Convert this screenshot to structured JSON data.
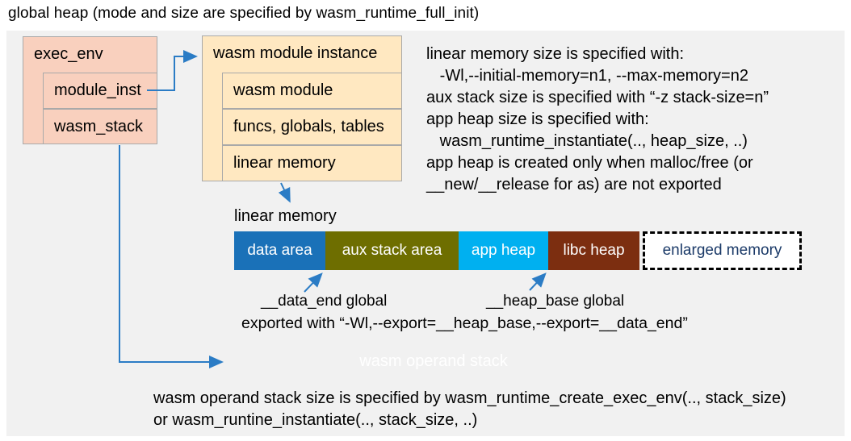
{
  "title": "global heap (mode and size are specified by wasm_runtime_full_init)",
  "exec_env": {
    "header": "exec_env",
    "children": {
      "module_inst": "module_inst",
      "wasm_stack": "wasm_stack"
    }
  },
  "module_instance": {
    "header": "wasm module instance",
    "children": {
      "wasm_module": "wasm module",
      "funcs_globals_tables": "funcs, globals, tables",
      "linear_memory": "linear memory"
    }
  },
  "notes": {
    "memory_config": "linear memory size is specified with:\n   -Wl,--initial-memory=n1, --max-memory=n2\naux stack size is specified with “-z stack-size=n”\napp heap size is specified with:\n   wasm_runtime_instantiate(.., heap_size, ..)\napp heap is created only when malloc/free (or\n__new/__release for as) are not exported",
    "export_line": "exported with “-Wl,--export=__heap_base,--export=__data_end”",
    "stack_size": "wasm operand stack size is specified by wasm_runtime_create_exec_env(.., stack_size)\nor wasm_runtine_instantiate(.., stack_size, ..)"
  },
  "linear_memory": {
    "label": "linear memory",
    "segments": [
      {
        "label": "data area",
        "color": "#1a71b8"
      },
      {
        "label": "aux stack area",
        "color": "#6e6e00"
      },
      {
        "label": "app heap",
        "color": "#00b0f0"
      },
      {
        "label": "libc heap",
        "color": "#7c2e10"
      },
      {
        "label": "enlarged memory",
        "color": "#ffffff"
      }
    ],
    "data_end_label": "__data_end global",
    "heap_base_label": "__heap_base global"
  },
  "operand_stack": {
    "label": "wasm operand stack"
  },
  "colors": {
    "panel_bg": "#f1f1f1",
    "exec_env_box": "#f9d0be",
    "module_instance_box": "#ffe8c1",
    "box_border": "#a9a9a9",
    "operand_stack_bar": "#00589b",
    "arrow": "#2b7cc5",
    "enlarged_memory_text": "#1b3a68"
  }
}
